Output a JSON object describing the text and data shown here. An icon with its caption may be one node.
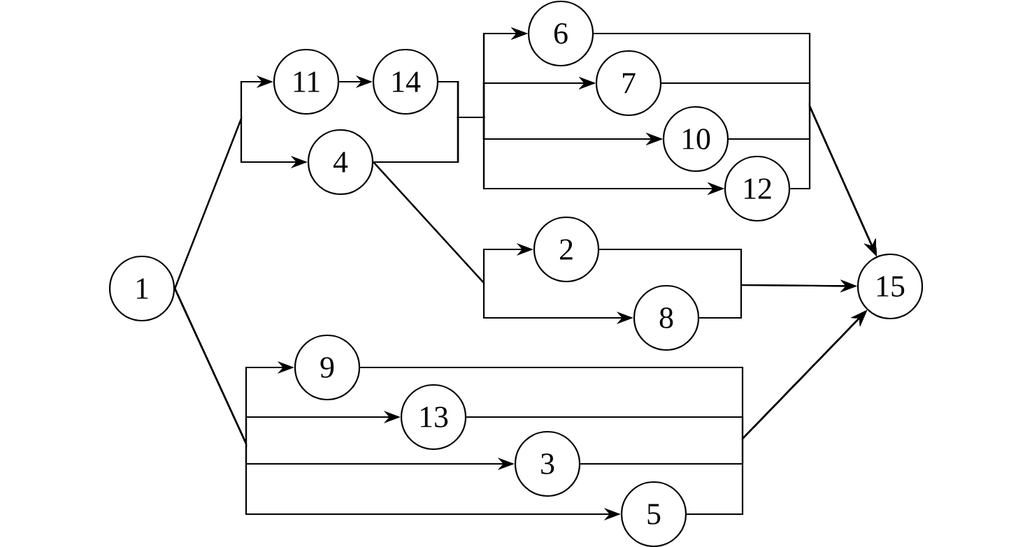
{
  "diagram": {
    "nodes": [
      {
        "text": [
          "1"
        ]
      },
      {
        "text": [
          "11"
        ]
      },
      {
        "text": [
          "14"
        ]
      },
      {
        "text": [
          "4"
        ]
      },
      {
        "text": [
          "6"
        ]
      },
      {
        "text": [
          "7"
        ]
      },
      {
        "text": [
          "10"
        ]
      },
      {
        "text": [
          "12"
        ]
      },
      {
        "text": [
          "2"
        ]
      },
      {
        "text": [
          "8"
        ]
      },
      {
        "text": [
          "15"
        ]
      },
      {
        "text": [
          "9"
        ]
      },
      {
        "text": [
          "13"
        ]
      },
      {
        "text": [
          "3"
        ]
      },
      {
        "text": [
          "5"
        ]
      }
    ],
    "edges": [
      {
        "from": 0,
        "to": 1,
        "arrow": "to"
      },
      {
        "from": 0,
        "to": 3,
        "arrow": "to"
      },
      {
        "from": 1,
        "to": 2,
        "arrow": "to"
      },
      {
        "from": 2,
        "to": 4,
        "arrow": "to"
      },
      {
        "from": 2,
        "to": 5,
        "arrow": "to"
      },
      {
        "from": 2,
        "to": 6,
        "arrow": "to"
      },
      {
        "from": 2,
        "to": 7,
        "arrow": "to"
      },
      {
        "from": 3,
        "to": 4,
        "arrow": "to"
      },
      {
        "from": 3,
        "to": 5,
        "arrow": "to"
      },
      {
        "from": 3,
        "to": 6,
        "arrow": "to"
      },
      {
        "from": 3,
        "to": 7,
        "arrow": "to"
      },
      {
        "from": 3,
        "to": 8,
        "arrow": "to"
      },
      {
        "from": 3,
        "to": 9,
        "arrow": "to"
      },
      {
        "from": 4,
        "to": 10,
        "arrow": "to"
      },
      {
        "from": 5,
        "to": 10,
        "arrow": "to"
      },
      {
        "from": 6,
        "to": 10,
        "arrow": "to"
      },
      {
        "from": 7,
        "to": 10,
        "arrow": "to"
      },
      {
        "from": 8,
        "to": 10,
        "arrow": "to"
      },
      {
        "from": 9,
        "to": 10,
        "arrow": "to"
      },
      {
        "from": 0,
        "to": 11,
        "arrow": "to"
      },
      {
        "from": 0,
        "to": 12,
        "arrow": "to"
      },
      {
        "from": 0,
        "to": 13,
        "arrow": "to"
      },
      {
        "from": 0,
        "to": 14,
        "arrow": "to"
      },
      {
        "from": 11,
        "to": 10,
        "arrow": "to"
      },
      {
        "from": 12,
        "to": 10,
        "arrow": "to"
      },
      {
        "from": 13,
        "to": 10,
        "arrow": "to"
      },
      {
        "from": 14,
        "to": 10,
        "arrow": "to"
      }
    ]
  }
}
